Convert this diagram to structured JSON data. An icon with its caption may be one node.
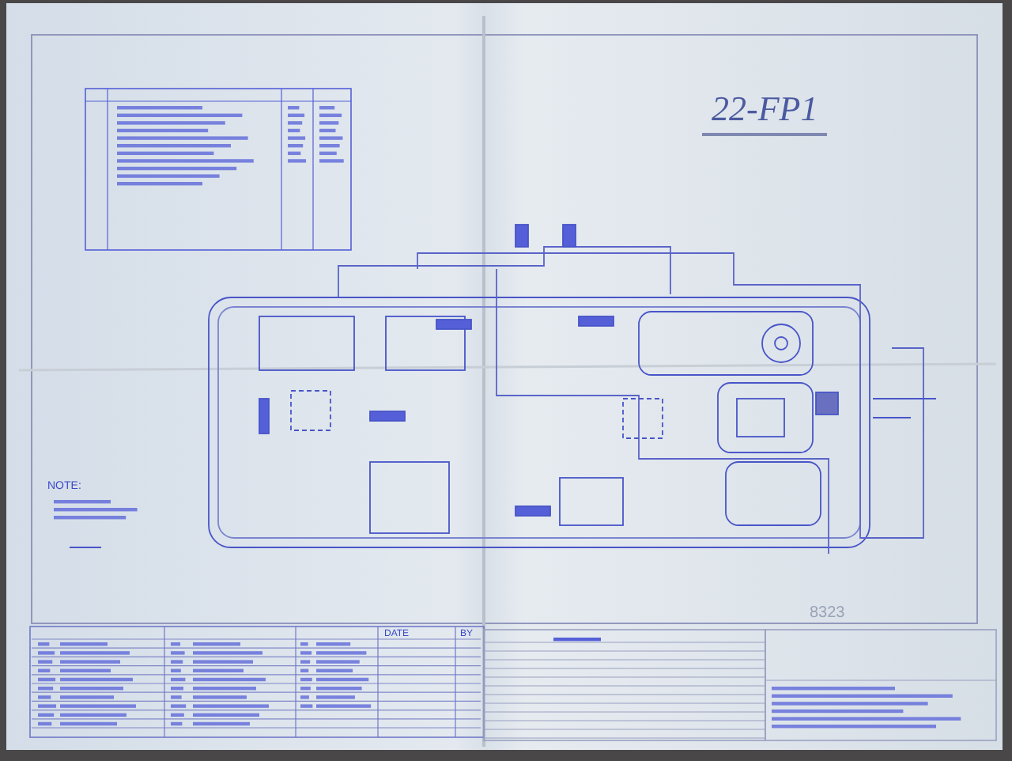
{
  "diagram": {
    "title": "22-FP1",
    "labels": [
      "NOTE:",
      "8323",
      "DATE",
      "BY"
    ]
  }
}
